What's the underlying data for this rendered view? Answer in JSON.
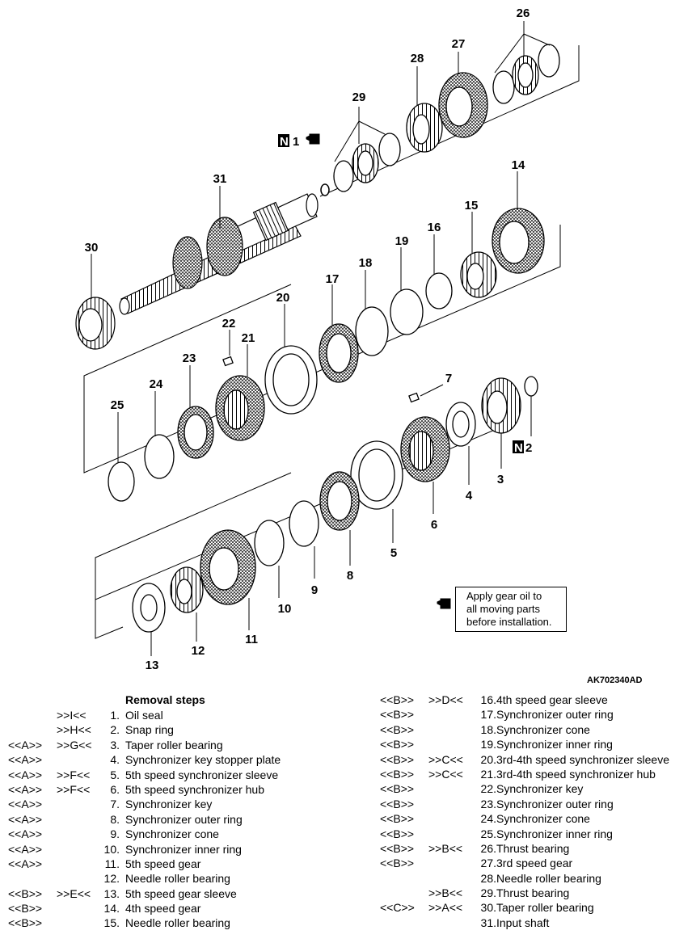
{
  "figure_id": "AK702340AD",
  "note": {
    "text": "Apply gear oil to\nall moving parts\nbefore installation.",
    "icon": "oil-can-icon"
  },
  "callouts": [
    {
      "part": "1",
      "label": "1"
    },
    {
      "part": "2",
      "label": "2"
    },
    {
      "part": "3",
      "label": "3"
    },
    {
      "part": "4",
      "label": "4"
    },
    {
      "part": "5",
      "label": "5"
    },
    {
      "part": "6",
      "label": "6"
    },
    {
      "part": "7",
      "label": "7"
    },
    {
      "part": "8",
      "label": "8"
    },
    {
      "part": "9",
      "label": "9"
    },
    {
      "part": "10",
      "label": "10"
    },
    {
      "part": "11",
      "label": "11"
    },
    {
      "part": "12",
      "label": "12"
    },
    {
      "part": "13",
      "label": "13"
    },
    {
      "part": "14",
      "label": "14"
    },
    {
      "part": "15",
      "label": "15"
    },
    {
      "part": "16",
      "label": "16"
    },
    {
      "part": "17",
      "label": "17"
    },
    {
      "part": "18",
      "label": "18"
    },
    {
      "part": "19",
      "label": "19"
    },
    {
      "part": "20",
      "label": "20"
    },
    {
      "part": "21",
      "label": "21"
    },
    {
      "part": "22",
      "label": "22"
    },
    {
      "part": "23",
      "label": "23"
    },
    {
      "part": "24",
      "label": "24"
    },
    {
      "part": "25",
      "label": "25"
    },
    {
      "part": "26",
      "label": "26"
    },
    {
      "part": "27",
      "label": "27"
    },
    {
      "part": "28",
      "label": "28"
    },
    {
      "part": "29",
      "label": "29"
    },
    {
      "part": "30",
      "label": "30"
    },
    {
      "part": "31",
      "label": "31"
    }
  ],
  "new_part_marks": [
    {
      "box": "N",
      "label": "1"
    },
    {
      "box": "N",
      "label": "2"
    }
  ],
  "removal_steps": {
    "title": "Removal steps",
    "left": [
      {
        "a": "",
        "b": ">>I<<",
        "num": "1.",
        "text": "Oil seal"
      },
      {
        "a": "",
        "b": ">>H<<",
        "num": "2.",
        "text": "Snap ring"
      },
      {
        "a": "<<A>>",
        "b": ">>G<<",
        "num": "3.",
        "text": "Taper roller bearing"
      },
      {
        "a": "<<A>>",
        "b": "",
        "num": "4.",
        "text": "Synchronizer key stopper plate"
      },
      {
        "a": "<<A>>",
        "b": ">>F<<",
        "num": "5.",
        "text": "5th speed synchronizer sleeve"
      },
      {
        "a": "<<A>>",
        "b": ">>F<<",
        "num": "6.",
        "text": "5th speed synchronizer hub"
      },
      {
        "a": "<<A>>",
        "b": "",
        "num": "7.",
        "text": "Synchronizer key"
      },
      {
        "a": "<<A>>",
        "b": "",
        "num": "8.",
        "text": "Synchronizer outer ring"
      },
      {
        "a": "<<A>>",
        "b": "",
        "num": "9.",
        "text": "Synchronizer cone"
      },
      {
        "a": "<<A>>",
        "b": "",
        "num": "10.",
        "text": "Synchronizer inner ring"
      },
      {
        "a": "<<A>>",
        "b": "",
        "num": "11.",
        "text": "5th speed gear"
      },
      {
        "a": "",
        "b": "",
        "num": "12.",
        "text": "Needle roller bearing"
      },
      {
        "a": "<<B>>",
        "b": ">>E<<",
        "num": "13.",
        "text": "5th speed gear sleeve"
      },
      {
        "a": "<<B>>",
        "b": "",
        "num": "14.",
        "text": "4th speed gear"
      },
      {
        "a": "<<B>>",
        "b": "",
        "num": "15.",
        "text": "Needle roller bearing"
      }
    ],
    "right": [
      {
        "a": "<<B>>",
        "b": ">>D<<",
        "num": "16.",
        "text": "4th speed gear sleeve"
      },
      {
        "a": "<<B>>",
        "b": "",
        "num": "17.",
        "text": "Synchronizer outer ring"
      },
      {
        "a": "<<B>>",
        "b": "",
        "num": "18.",
        "text": "Synchronizer cone"
      },
      {
        "a": "<<B>>",
        "b": "",
        "num": "19.",
        "text": "Synchronizer inner ring"
      },
      {
        "a": "<<B>>",
        "b": ">>C<<",
        "num": "20.",
        "text": "3rd-4th speed synchronizer sleeve"
      },
      {
        "a": "<<B>>",
        "b": ">>C<<",
        "num": "21.",
        "text": "3rd-4th speed synchronizer hub"
      },
      {
        "a": "<<B>>",
        "b": "",
        "num": "22.",
        "text": "Synchronizer key"
      },
      {
        "a": "<<B>>",
        "b": "",
        "num": "23.",
        "text": "Synchronizer outer ring"
      },
      {
        "a": "<<B>>",
        "b": "",
        "num": "24.",
        "text": "Synchronizer cone"
      },
      {
        "a": "<<B>>",
        "b": "",
        "num": "25.",
        "text": "Synchronizer inner ring"
      },
      {
        "a": "<<B>>",
        "b": ">>B<<",
        "num": "26.",
        "text": "Thrust bearing"
      },
      {
        "a": "<<B>>",
        "b": "",
        "num": "27.",
        "text": "3rd speed gear"
      },
      {
        "a": "",
        "b": "",
        "num": "28.",
        "text": "Needle roller bearing"
      },
      {
        "a": "",
        "b": ">>B<<",
        "num": "29.",
        "text": "Thrust bearing"
      },
      {
        "a": "<<C>>",
        "b": ">>A<<",
        "num": "30.",
        "text": "Taper roller bearing"
      },
      {
        "a": "",
        "b": "",
        "num": "31.",
        "text": "Input shaft"
      }
    ]
  }
}
